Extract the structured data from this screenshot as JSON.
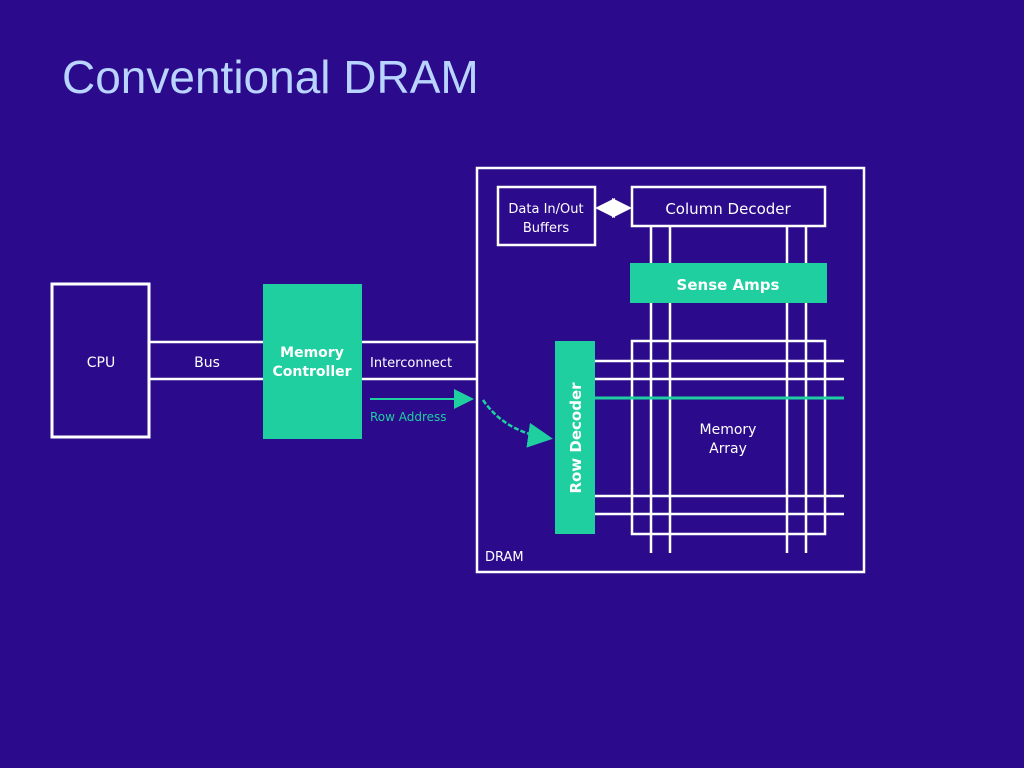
{
  "slide": {
    "title": "Conventional DRAM"
  },
  "diagram": {
    "cpu_label": "CPU",
    "bus_label": "Bus",
    "memory_controller_line1": "Memory",
    "memory_controller_line2": "Controller",
    "interconnect_label": "Interconnect",
    "row_address_label": "Row Address",
    "dram_label": "DRAM",
    "data_buffers_line1": "Data In/Out",
    "data_buffers_line2": "Buffers",
    "column_decoder_label": "Column Decoder",
    "sense_amps_label": "Sense Amps",
    "row_decoder_label": "Row Decoder",
    "memory_array_line1": "Memory",
    "memory_array_line2": "Array"
  },
  "colors": {
    "background": "#2b0a8c",
    "accent": "#1fcfa0",
    "title": "#b9d4ff",
    "lines": "#ffffff"
  }
}
